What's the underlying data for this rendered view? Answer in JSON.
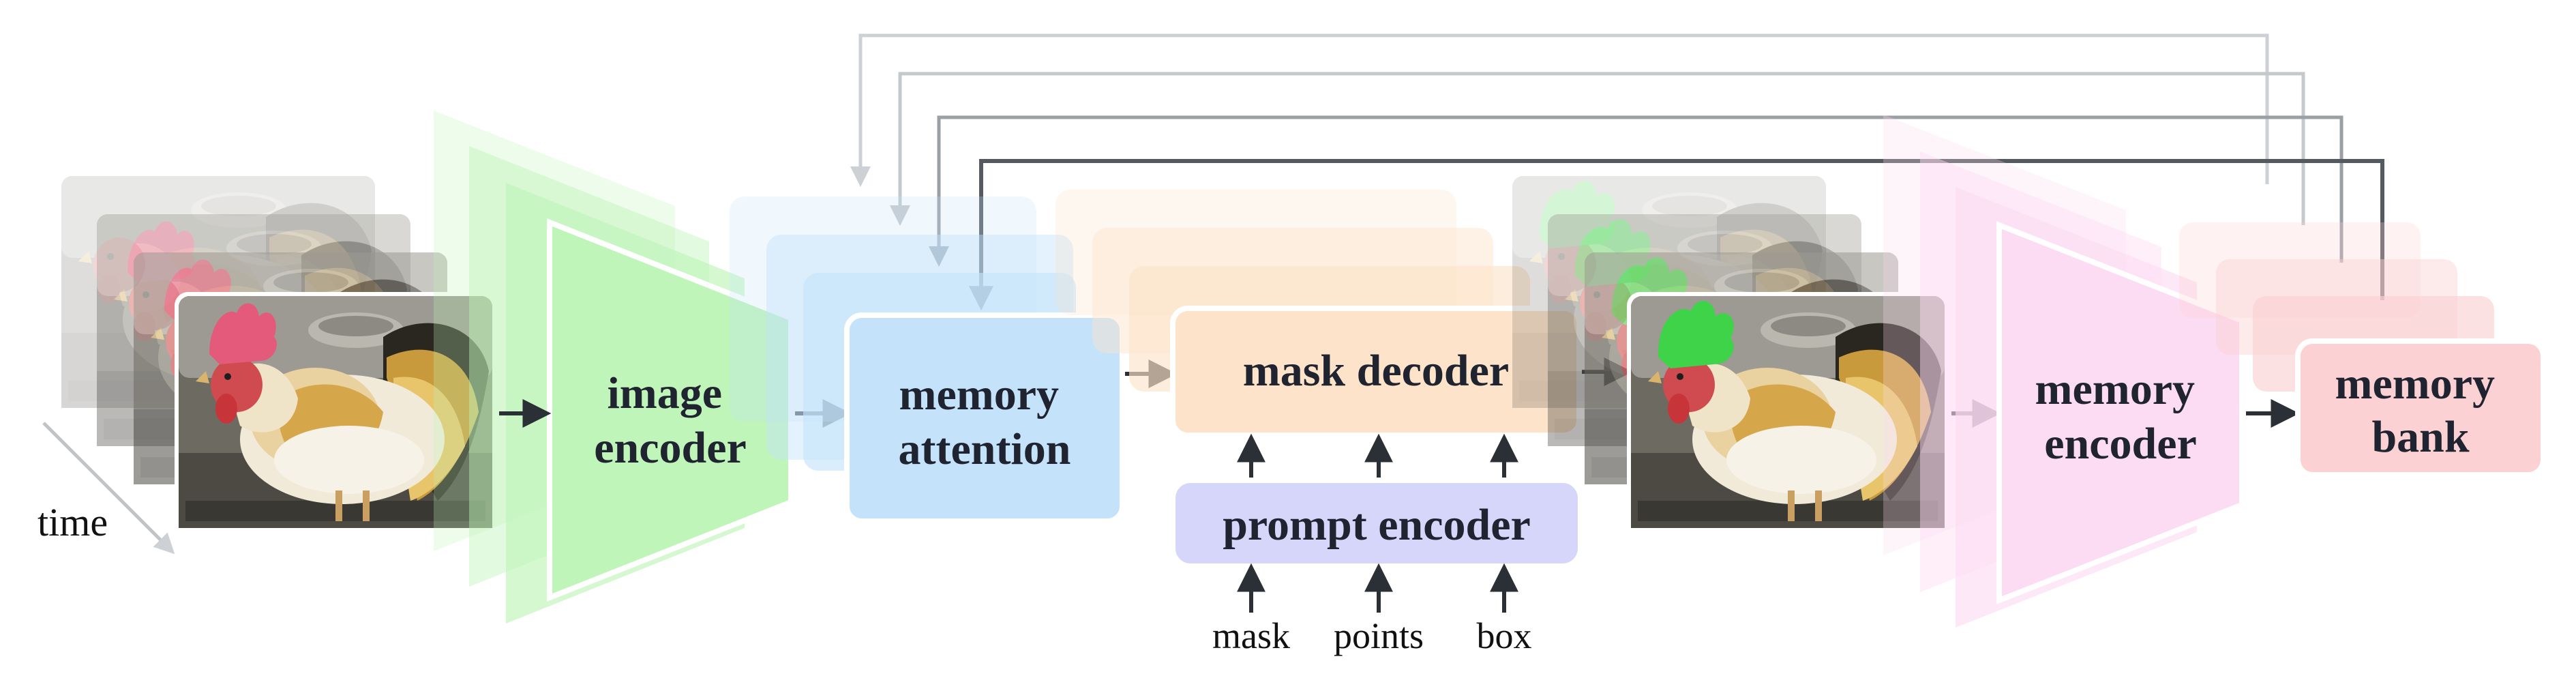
{
  "labels": {
    "image_encoder": [
      "image",
      "encoder"
    ],
    "memory_attention": [
      "memory",
      "attention"
    ],
    "mask_decoder": "mask decoder",
    "prompt_encoder": "prompt encoder",
    "memory_encoder": [
      "memory",
      "encoder"
    ],
    "memory_bank": [
      "memory",
      "bank"
    ],
    "time": "time",
    "prompt_inputs": [
      "mask",
      "points",
      "box"
    ]
  },
  "colors": {
    "image_encoder": "#bff5b8",
    "memory_attention": "#c4e3fb",
    "mask_decoder": "#fce3c9",
    "prompt_encoder": "#d6d6fb",
    "memory_encoder": "#fcdcf2",
    "memory_bank": "#fbd1d3",
    "arrow": "#2b2f36",
    "feedback_dark": "#555a60",
    "feedback_mid": "#9aa0a6",
    "feedback_light": "#cdd0d4",
    "mask_overlay": "#3fd34a"
  },
  "icons": {
    "input_frame": "rooster-photo-icon",
    "output_frame": "rooster-masked-photo-icon"
  }
}
